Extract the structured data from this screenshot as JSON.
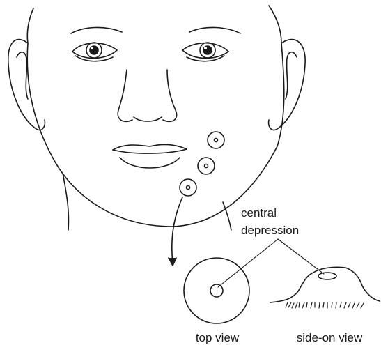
{
  "labels": {
    "callout": [
      "central",
      "depression"
    ],
    "top_view": "top view",
    "side_view": "side-on view"
  },
  "colors": {
    "ink": "#1a1a1a",
    "background": "#ffffff"
  }
}
